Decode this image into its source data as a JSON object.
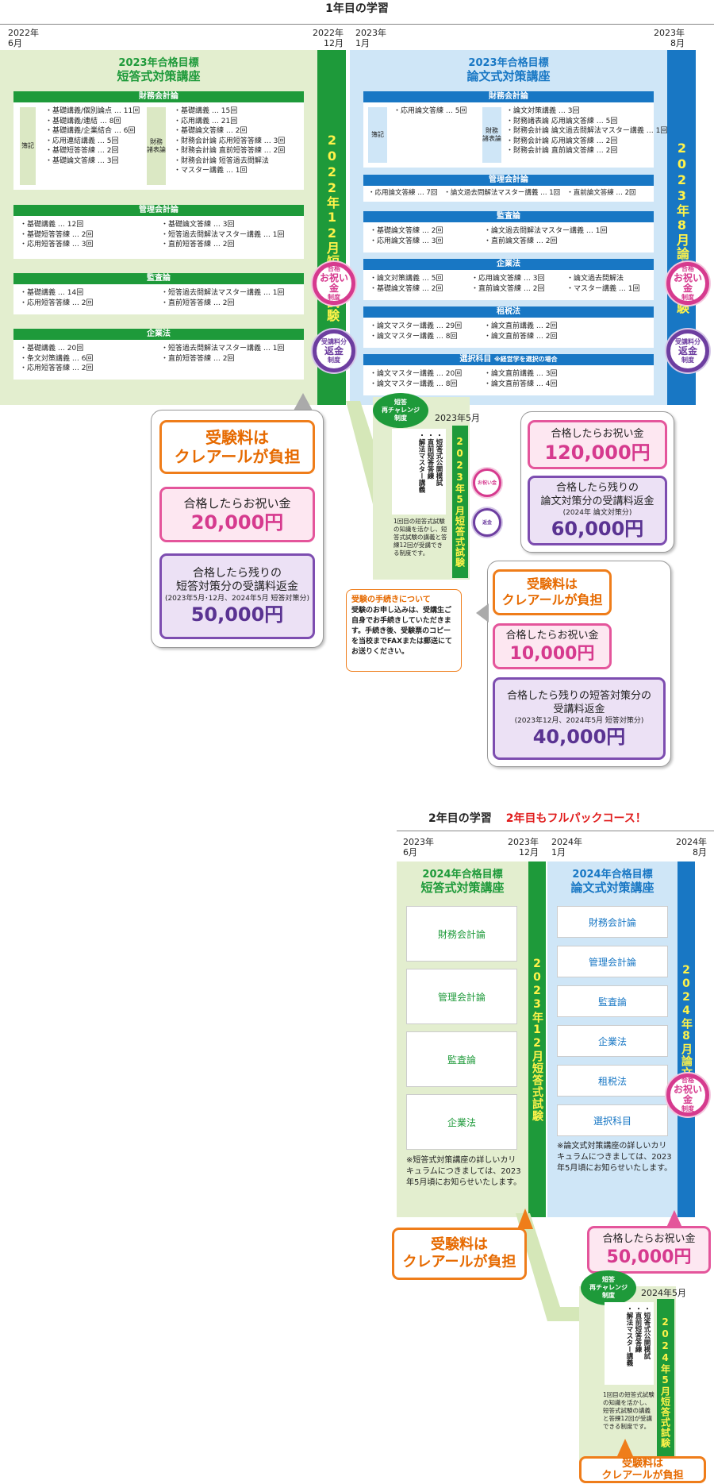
{
  "year1": {
    "title": "1年目の学習",
    "dates": {
      "d1_year": "2022年",
      "d1_month": "6月",
      "d2_year": "2022年",
      "d2_month": "12月",
      "d3_year": "2023年",
      "d3_month": "1月",
      "d4_year": "2023年",
      "d4_month": "8月"
    },
    "short": {
      "title1": "2023年合格目標",
      "title2": "短答式対策講座",
      "zaimu": {
        "header": "財務会計論",
        "tag_left": "簿記",
        "tag_right": "財務\n諸表論",
        "left": [
          "基礎講義/個別論点 … 11回",
          "基礎講義/連結 … 8回",
          "基礎講義/企業結合 … 6回",
          "応用連結講義 … 5回",
          "基礎短答答練 … 2回",
          "基礎論文答練 … 3回"
        ],
        "right": [
          "基礎講義 … 15回",
          "応用講義 … 21回",
          "基礎論文答練 … 2回",
          "財務会計論 応用短答答練 … 3回",
          "財務会計論 直前短答答練 … 2回",
          "財務会計論 短答過去問解法",
          "マスター講義 … 1回"
        ]
      },
      "kanri": {
        "header": "管理会計論",
        "left": [
          "基礎講義 … 12回",
          "基礎短答答練 … 2回",
          "応用短答答練 … 3回"
        ],
        "right": [
          "基礎論文答練 … 3回",
          "短答過去問解法マスター講義 … 1回",
          "直前短答答練 … 2回"
        ]
      },
      "kansa": {
        "header": "監査論",
        "left": [
          "基礎講義 … 14回",
          "応用短答答練 … 2回"
        ],
        "right": [
          "短答過去問解法マスター講義 … 1回",
          "直前短答答練 … 2回"
        ]
      },
      "kigyo": {
        "header": "企業法",
        "left": [
          "基礎講義 … 20回",
          "条文対策講義 … 6回",
          "応用短答答練 … 2回"
        ],
        "right": [
          "短答過去問解法マスター講義 … 1回",
          "直前短答答練 … 2回"
        ]
      },
      "exam": "2022年12月短答式試験"
    },
    "essay": {
      "title1": "2023年合格目標",
      "title2": "論文式対策講座",
      "zaimu": {
        "header": "財務会計論",
        "tag_left": "簿記",
        "tag_right": "財務\n諸表論",
        "left": [
          "応用論文答練 … 5回"
        ],
        "right": [
          "論文対策講義 … 3回",
          "財務諸表論 応用論文答練 … 5回",
          "財務会計論 論文過去問解法マスター講義 … 1回",
          "財務会計論 応用論文答練 … 2回",
          "財務会計論 直前論文答練 … 2回"
        ]
      },
      "kanri": {
        "header": "管理会計論",
        "items": [
          "応用論文答練 … 7回",
          "論文過去問解法マスター講義 … 1回",
          "直前論文答練 … 2回"
        ]
      },
      "kansa": {
        "header": "監査論",
        "left": [
          "基礎論文答練 … 2回",
          "応用論文答練 … 3回"
        ],
        "right": [
          "論文過去問解法マスター講義 … 1回",
          "直前論文答練 … 2回"
        ]
      },
      "kigyo": {
        "header": "企業法",
        "c1": [
          "論文対策講義 … 5回",
          "基礎論文答練 … 2回"
        ],
        "c2": [
          "応用論文答練 … 3回",
          "直前論文答練 … 2回"
        ],
        "c3": [
          "論文過去問解法",
          "マスター講義 … 1回"
        ]
      },
      "sozei": {
        "header": "租税法",
        "left": [
          "論文マスター講義 … 29回",
          "論文マスター講義 … 8回"
        ],
        "right": [
          "論文直前講義 … 2回",
          "論文直前答練 … 2回"
        ]
      },
      "sentaku": {
        "header": "選択科目",
        "note": "※経営学を選択の場合",
        "left": [
          "論文マスター講義 … 20回",
          "論文マスター講義 … 8回"
        ],
        "right": [
          "論文直前講義 … 3回",
          "論文直前答練 … 4回"
        ]
      },
      "exam": "2023年8月論文式試験"
    },
    "badge_iwai": {
      "l1": "合格",
      "l2": "お祝い金",
      "l3": "制度"
    },
    "badge_henkin": {
      "l1": "受講料分",
      "l2": "返金",
      "l3": "制度"
    },
    "left_box": {
      "fee": "受験料は\nクレアールが負担",
      "iwai_label": "合格したらお祝い金",
      "iwai_amount": "20,000円",
      "henkin_label": "合格したら残りの\n短答対策分の受講料返金",
      "henkin_note": "(2023年5月･12月、2024年5月 短答対策分)",
      "henkin_amount": "50,000円"
    },
    "right_box": {
      "iwai_label": "合格したらお祝い金",
      "iwai_amount": "120,000円",
      "henkin_label": "合格したら残りの\n論文対策分の受講料返金",
      "henkin_note": "(2024年 論文対策分)",
      "henkin_amount": "60,000円"
    },
    "challenge": {
      "label": "短答\n再チャレンジ\n制度",
      "date": "2023年5月",
      "items": [
        "短答式公開模試",
        "直前短答答練",
        "解法マスター講義"
      ],
      "note": "1回目の短答式試験の知識を活かし、短答式試験の講義と答練12回が受講できる制度です。",
      "exam": "2023年5月短答式試験"
    },
    "procedure": {
      "title": "受験の手続きについて",
      "text": "受験のお申し込みは、受講生ご自身でお手続きしていただきます。手続き後、受験票のコピーを当校までFAXまたは郵送にてお送りください。"
    },
    "mid_box": {
      "fee": "受験料は\nクレアールが負担",
      "iwai_label": "合格したらお祝い金",
      "iwai_amount": "10,000円",
      "henkin_label": "合格したら残りの短答対策分の\n受講料返金",
      "henkin_note": "(2023年12月、2024年5月 短答対策分)",
      "henkin_amount": "40,000円"
    }
  },
  "year2": {
    "title": "2年目の学習",
    "subtitle": "2年目もフルパックコース！",
    "dates": {
      "d1_year": "2023年",
      "d1_month": "6月",
      "d2_year": "2023年",
      "d2_month": "12月",
      "d3_year": "2024年",
      "d3_month": "1月",
      "d4_year": "2024年",
      "d4_month": "8月"
    },
    "short": {
      "title1": "2024年合格目標",
      "title2": "短答式対策講座",
      "subjects": [
        "財務会計論",
        "管理会計論",
        "監査論",
        "企業法"
      ],
      "note": "※短答式対策講座の詳しいカリキュラムにつきましては、2023年5月頃にお知らせいたします。",
      "exam": "2023年12月短答式試験"
    },
    "essay": {
      "title1": "2024年合格目標",
      "title2": "論文式対策講座",
      "subjects": [
        "財務会計論",
        "管理会計論",
        "監査論",
        "企業法",
        "租税法",
        "選択科目"
      ],
      "note": "※論文式対策講座の詳しいカリキュラムにつきましては、2023年5月頃にお知らせいたします。",
      "exam": "2024年8月論文式試験"
    },
    "fee": "受験料は\nクレアールが負担",
    "iwai": {
      "label": "合格したらお祝い金",
      "amount": "50,000円"
    },
    "challenge": {
      "label": "短答\n再チャレンジ\n制度",
      "date": "2024年5月",
      "items": [
        "短答式公開模試",
        "直前短答答練",
        "解法マスター講義"
      ],
      "note": "1回目の短答式試験の知識を活かし、短答式試験の講義と答練12回が受講できる制度です。",
      "exam": "2024年5月短答式試験"
    },
    "fee2": "受験料は\nクレアールが負担"
  },
  "colors": {
    "green": "#1e9a3a",
    "blue": "#1877c4",
    "orange": "#ef7d1a",
    "pink": "#d63a8e",
    "purple": "#6d3ea0",
    "light_green": "#e3eecf",
    "light_blue": "#cfe6f7"
  }
}
